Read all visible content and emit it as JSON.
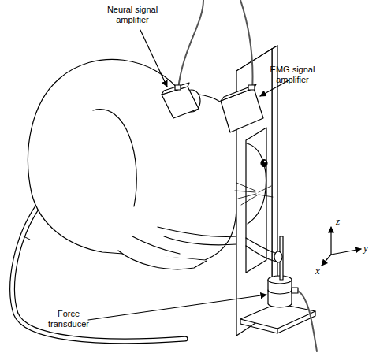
{
  "diagram": {
    "labels": [
      "Neural signal amplifier",
      "EMG signal amplifier",
      "Force transducer",
      "z",
      "y",
      "x"
    ]
  }
}
